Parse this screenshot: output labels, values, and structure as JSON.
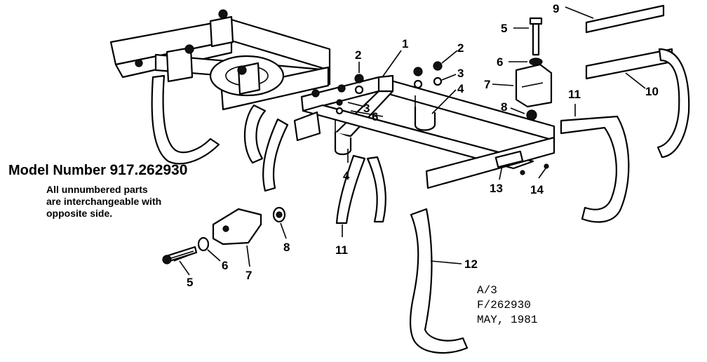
{
  "model": {
    "label": "Model Number",
    "number": "917.262930"
  },
  "note": [
    "All unnumbered parts",
    "are interchangeable with",
    "opposite side."
  ],
  "stamp": [
    "A/3",
    "F/262930",
    "MAY, 1981"
  ],
  "callouts": {
    "c1": "1",
    "c2a": "2",
    "c2b": "2",
    "c3a": "3",
    "c3b": "3",
    "c4a": "4",
    "c4b": "4",
    "c5a": "5",
    "c5b": "5",
    "c6a": "6",
    "c6b": "6",
    "c6c": "6",
    "c7a": "7",
    "c7b": "7",
    "c8a": "8",
    "c8b": "8",
    "c9": "9",
    "c10": "10",
    "c11a": "11",
    "c11b": "11",
    "c12": "12",
    "c13": "13",
    "c14": "14"
  }
}
